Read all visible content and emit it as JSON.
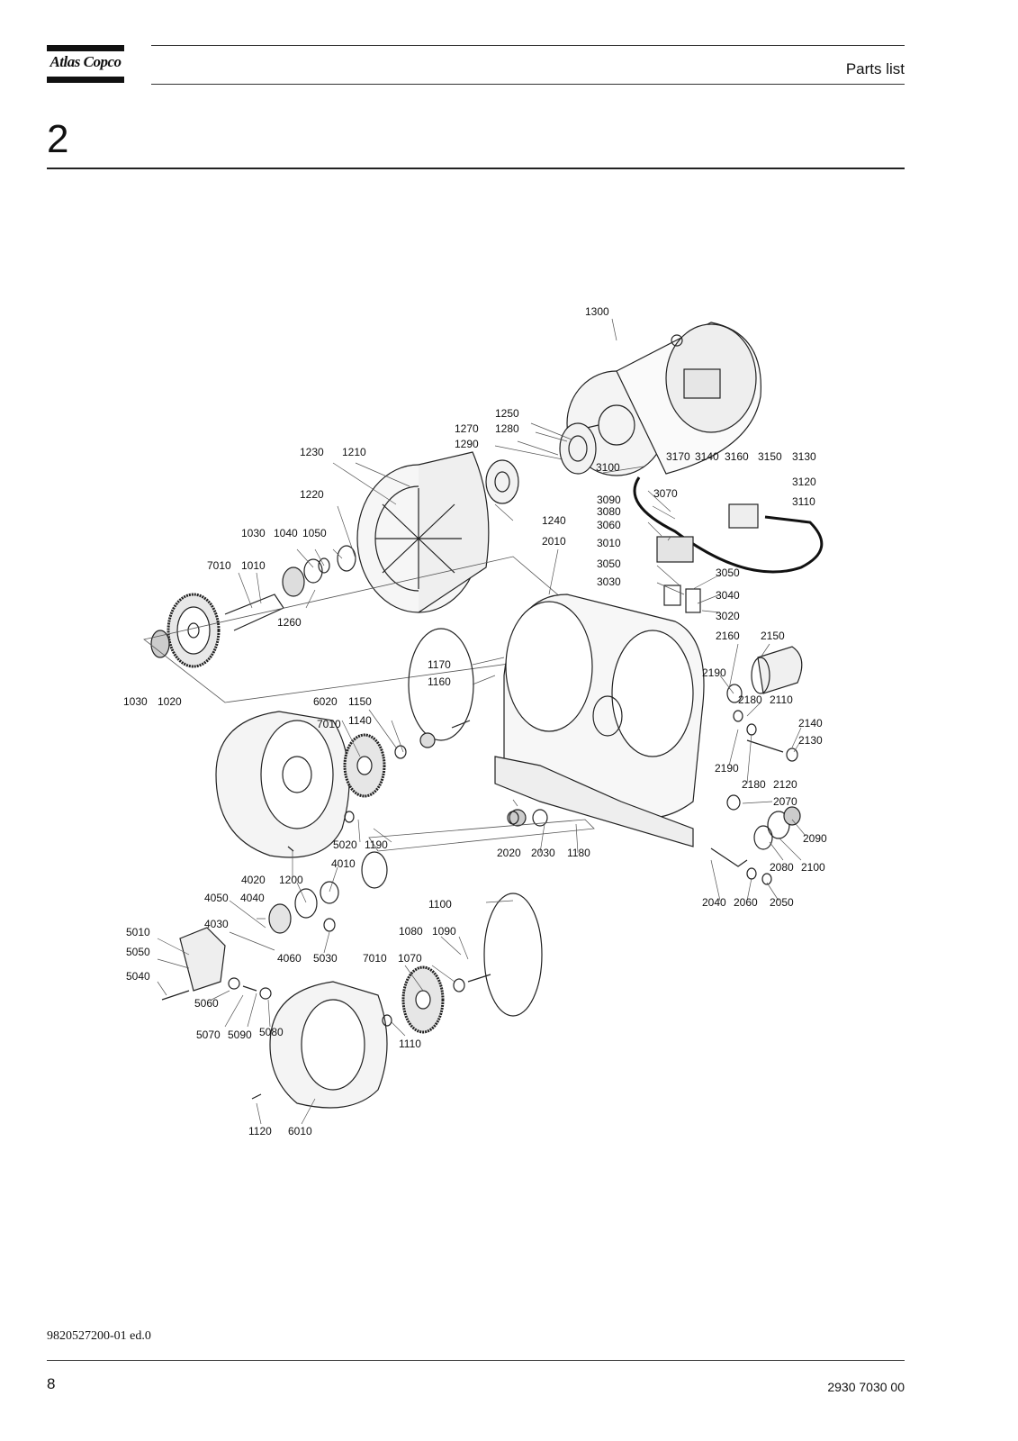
{
  "header": {
    "logo_text": "Atlas Copco",
    "title": "Parts list"
  },
  "section": {
    "number": "2"
  },
  "diagram": {
    "part_labels": [
      "1300",
      "1250",
      "1270",
      "1280",
      "1290",
      "3100",
      "1230",
      "1210",
      "3170",
      "3140",
      "3160",
      "3150",
      "3130",
      "3120",
      "3090",
      "3070",
      "3110",
      "3080",
      "3060",
      "1220",
      "1240",
      "2010",
      "3010",
      "1030",
      "1040",
      "1050",
      "3050",
      "3050",
      "7010",
      "1010",
      "3030",
      "3040",
      "3020",
      "1260",
      "2160",
      "2150",
      "1170",
      "2190",
      "1160",
      "2180",
      "2110",
      "1030",
      "1020",
      "6020",
      "1150",
      "7010",
      "1140",
      "2140",
      "2130",
      "2190",
      "2180",
      "2120",
      "2070",
      "5020",
      "1190",
      "2090",
      "2020",
      "2030",
      "1180",
      "2080",
      "2100",
      "4010",
      "4020",
      "1200",
      "4050",
      "4040",
      "2040",
      "2060",
      "2050",
      "1100",
      "4030",
      "5010",
      "1080",
      "1090",
      "5050",
      "4060",
      "5030",
      "7010",
      "1070",
      "5040",
      "5060",
      "5070",
      "5090",
      "5080",
      "1110",
      "1120",
      "6010"
    ]
  },
  "footer": {
    "doc_ref": "9820527200-01 ed.0",
    "page": "8",
    "doc_number": "2930 7030 00"
  }
}
